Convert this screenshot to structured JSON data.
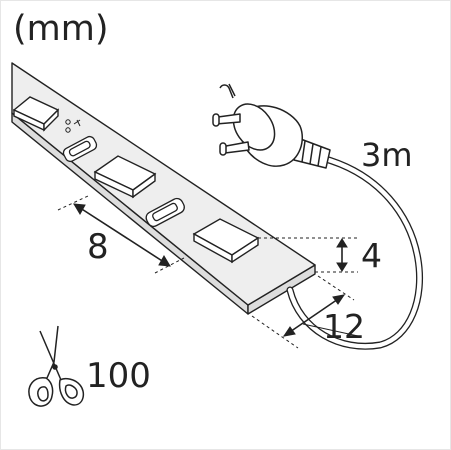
{
  "labels": {
    "unit": "(mm)",
    "cable_length": "3m",
    "led_spacing": "8",
    "strip_height": "4",
    "strip_width": "12",
    "cut_interval": "100"
  },
  "icons": {
    "cut": "scissors-icon",
    "plug": "power-plug-icon"
  },
  "colors": {
    "line": "#222222",
    "strip_fill": "#eeeeee",
    "strip_edge": "#dddddd"
  }
}
